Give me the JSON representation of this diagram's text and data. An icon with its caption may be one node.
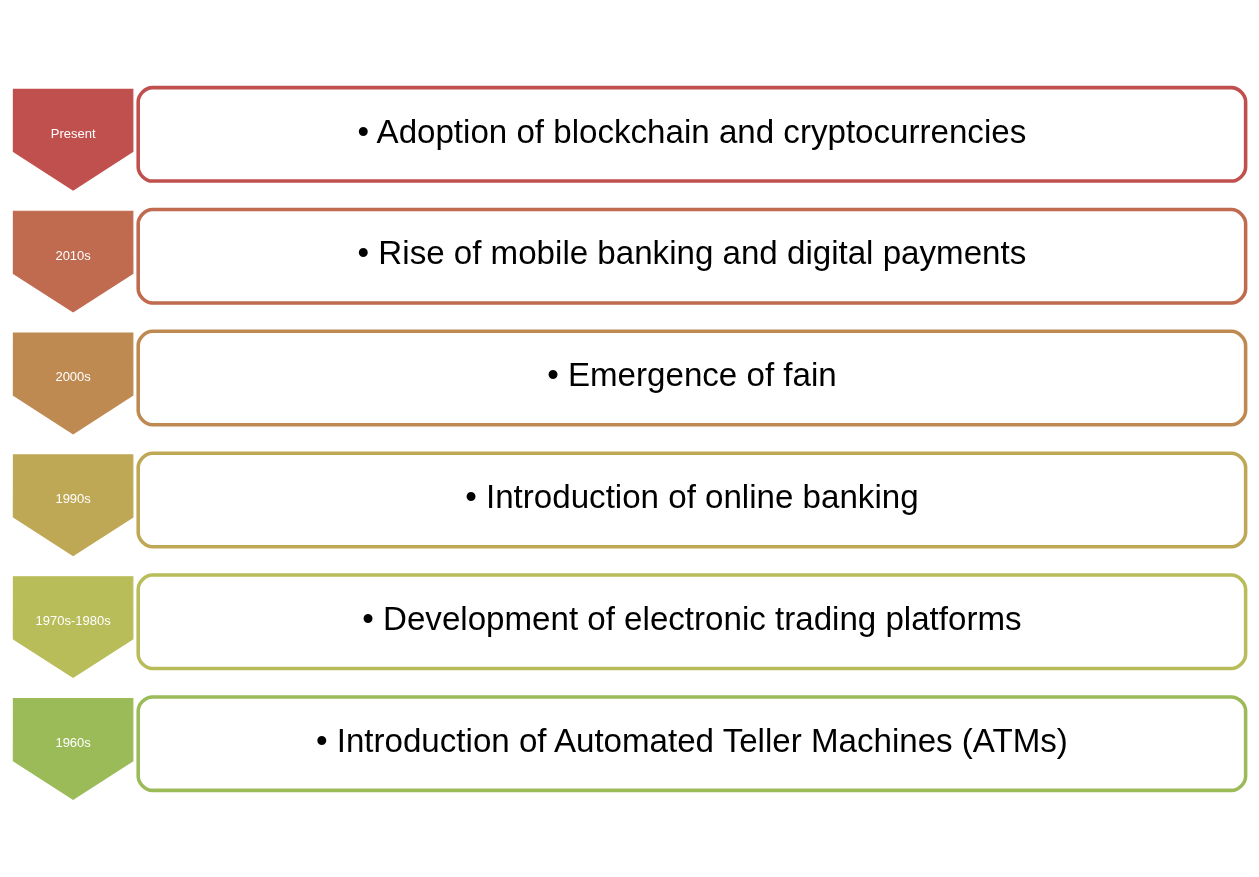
{
  "diagram": {
    "nodes": [
      {
        "text": [
          "Present"
        ]
      },
      {
        "text": [
          "• Adoption of blockchain and cryptocurrencies"
        ]
      },
      {
        "text": [
          "2010s"
        ]
      },
      {
        "text": [
          "• Rise of mobile banking and digital payments"
        ]
      },
      {
        "text": [
          "2000s"
        ]
      },
      {
        "text": [
          "• Emergence of fain"
        ]
      },
      {
        "text": [
          "1990s"
        ]
      },
      {
        "text": [
          "• Introduction of online banking"
        ]
      },
      {
        "text": [
          "1970s-1980s"
        ]
      },
      {
        "text": [
          "• Development of electronic trading platforms"
        ]
      },
      {
        "text": [
          "1960s"
        ]
      },
      {
        "text": [
          "• Introduction of Automated Teller Machines (ATMs)"
        ]
      }
    ]
  }
}
